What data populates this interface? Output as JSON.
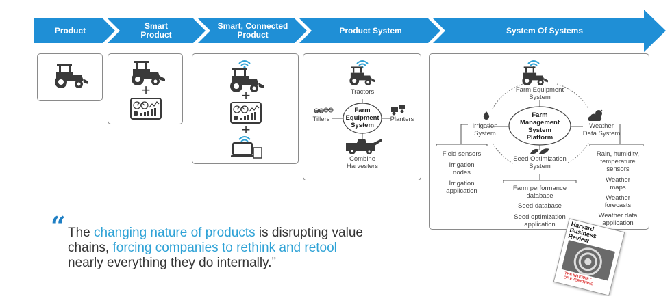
{
  "stages": [
    {
      "label": "Product"
    },
    {
      "label": "Smart\nProduct"
    },
    {
      "label": "Smart, Connected\nProduct"
    },
    {
      "label": "Product System"
    },
    {
      "label": "System Of Systems"
    }
  ],
  "colors": {
    "arrow": "#1f8fd6",
    "icon": "#3a3a3a",
    "accent": "#2ea2d6"
  },
  "product_system": {
    "top": "Tractors",
    "center": "Farm\nEquipment\nSystem",
    "left": "Tillers",
    "right": "Planters",
    "bottom": "Combine\nHarvesters"
  },
  "system_of_systems": {
    "center": "Farm\nManagement\nSystem\nPlatform",
    "top": "Farm Equipment\nSystem",
    "left": "Irrigation\nSystem",
    "right": "Weather\nData System",
    "bottom": "Seed Optimization\nSystem",
    "irrigation_items": [
      "Field sensors",
      "Irrigation\nnodes",
      "Irrigation\napplication"
    ],
    "weather_items": [
      "Rain, humidity,\ntemperature\nsensors",
      "Weather\nmaps",
      "Weather\nforecasts",
      "Weather data\napplication"
    ],
    "seed_items": [
      "Farm performance\ndatabase",
      "Seed database",
      "Seed optimization\napplication"
    ]
  },
  "quote": {
    "mark": "“",
    "p1": "The ",
    "h1": "changing nature of products",
    "p2": " is disrupting value",
    "p3": "chains, ",
    "h2": "forcing companies to rethink and retool",
    "p4": "nearly everything they do internally.”"
  },
  "magazine": {
    "title": "Harvard\nBusiness\nReview",
    "cover_line": "THE INTERNET\nOF EVERYTHING"
  }
}
